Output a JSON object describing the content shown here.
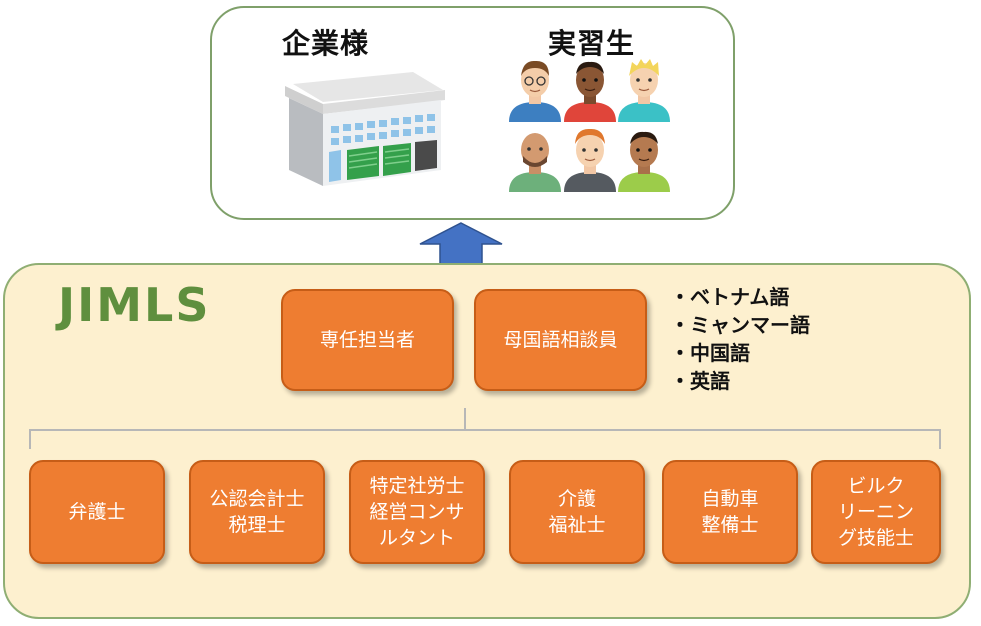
{
  "top": {
    "company_label": "企業様",
    "trainee_label": "実習生"
  },
  "organization": {
    "title": "JIMLS",
    "upper_boxes": [
      {
        "label": "専任担当者"
      },
      {
        "label": "母国語相談員"
      }
    ],
    "languages": [
      "・ベトナム語",
      "・ミャンマー語",
      "・中国語",
      "・英語"
    ],
    "specialists": [
      {
        "label": "弁護士"
      },
      {
        "label": "公認会計士\n税理士"
      },
      {
        "label": "特定社労士\n経営コンサ\nルタント"
      },
      {
        "label": "介護\n福祉士"
      },
      {
        "label": "自動車\n整備士"
      },
      {
        "label": "ビルク\nリーニン\nグ技能士"
      }
    ]
  },
  "colors": {
    "box_orange": "#ee7d31",
    "panel_cream": "#fdf0cf",
    "title_green": "#5f8f3e",
    "arrow_blue": "#4472c4"
  },
  "icons": [
    "building-icon",
    "person-icon"
  ]
}
